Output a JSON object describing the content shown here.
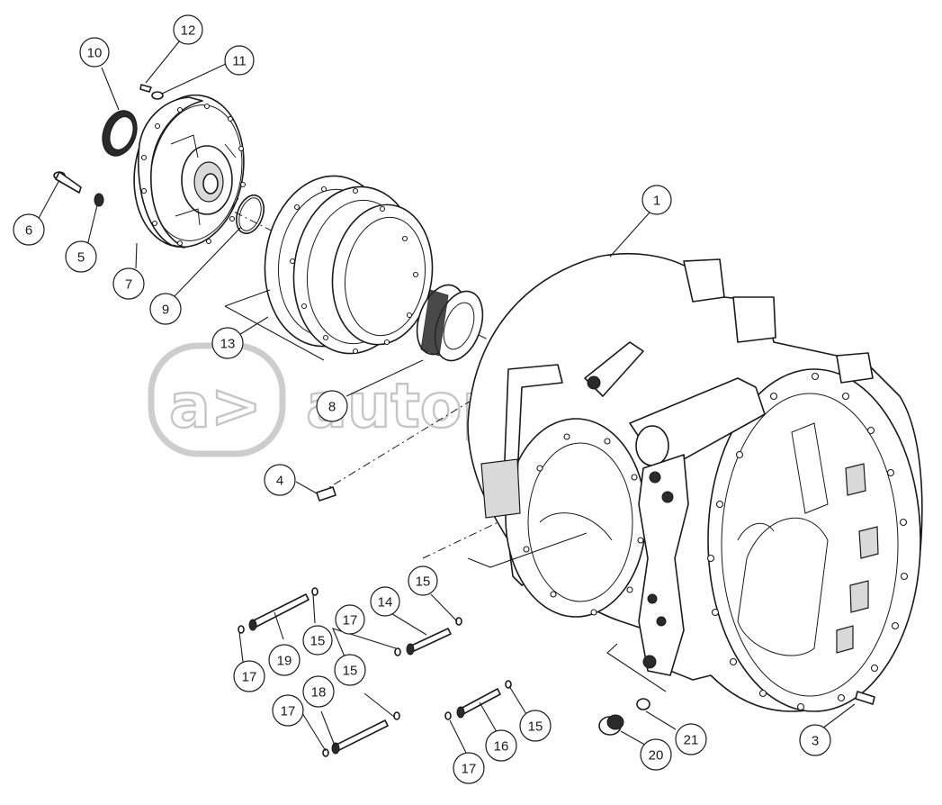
{
  "watermark": {
    "text": "autopiter.ru",
    "mark": "a>"
  },
  "callouts": [
    {
      "id": "c1",
      "label": "1"
    },
    {
      "id": "c3",
      "label": "3"
    },
    {
      "id": "c4",
      "label": "4"
    },
    {
      "id": "c5",
      "label": "5"
    },
    {
      "id": "c6",
      "label": "6"
    },
    {
      "id": "c7",
      "label": "7"
    },
    {
      "id": "c8",
      "label": "8"
    },
    {
      "id": "c9",
      "label": "9"
    },
    {
      "id": "c10",
      "label": "10"
    },
    {
      "id": "c11",
      "label": "11"
    },
    {
      "id": "c12",
      "label": "12"
    },
    {
      "id": "c13",
      "label": "13"
    },
    {
      "id": "c14",
      "label": "14"
    },
    {
      "id": "c15a",
      "label": "15"
    },
    {
      "id": "c15b",
      "label": "15"
    },
    {
      "id": "c15c",
      "label": "15"
    },
    {
      "id": "c15d",
      "label": "15"
    },
    {
      "id": "c16",
      "label": "16"
    },
    {
      "id": "c17a",
      "label": "17"
    },
    {
      "id": "c17b",
      "label": "17"
    },
    {
      "id": "c17c",
      "label": "17"
    },
    {
      "id": "c17d",
      "label": "17"
    },
    {
      "id": "c18",
      "label": "18"
    },
    {
      "id": "c19",
      "label": "19"
    },
    {
      "id": "c20",
      "label": "20"
    },
    {
      "id": "c21",
      "label": "21"
    }
  ]
}
